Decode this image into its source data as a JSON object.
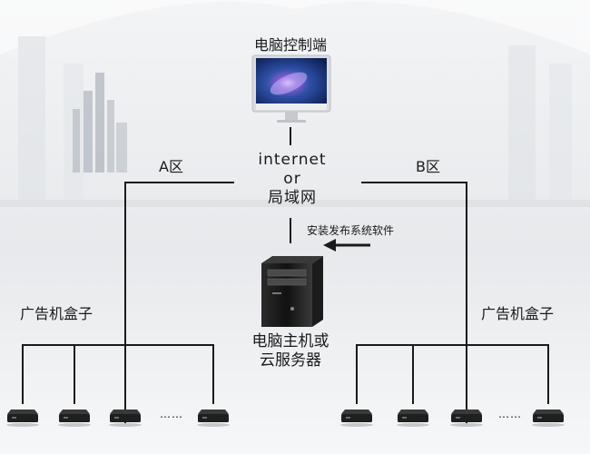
{
  "diagram": {
    "console_label": "电脑控制端",
    "network_line1": "internet",
    "network_line2": "or",
    "network_line3": "局域网",
    "zone_a": "A区",
    "zone_b": "B区",
    "publish_label": "安装发布系统软件",
    "server_line1": "电脑主机或",
    "server_line2": "云服务器",
    "box_label_left": "广告机盒子",
    "box_label_right": "广告机盒子",
    "ellipsis_left": "……",
    "ellipsis_right": "……"
  },
  "colors": {
    "line": "#1a1a1a",
    "device": "#1f1f1f",
    "monitor_frame": "#d9dcdf",
    "screen_blue": "#1e3e8c"
  },
  "icons": [
    "monitor-icon",
    "server-tower-icon",
    "ad-box-icon",
    "arrow-left-icon"
  ]
}
